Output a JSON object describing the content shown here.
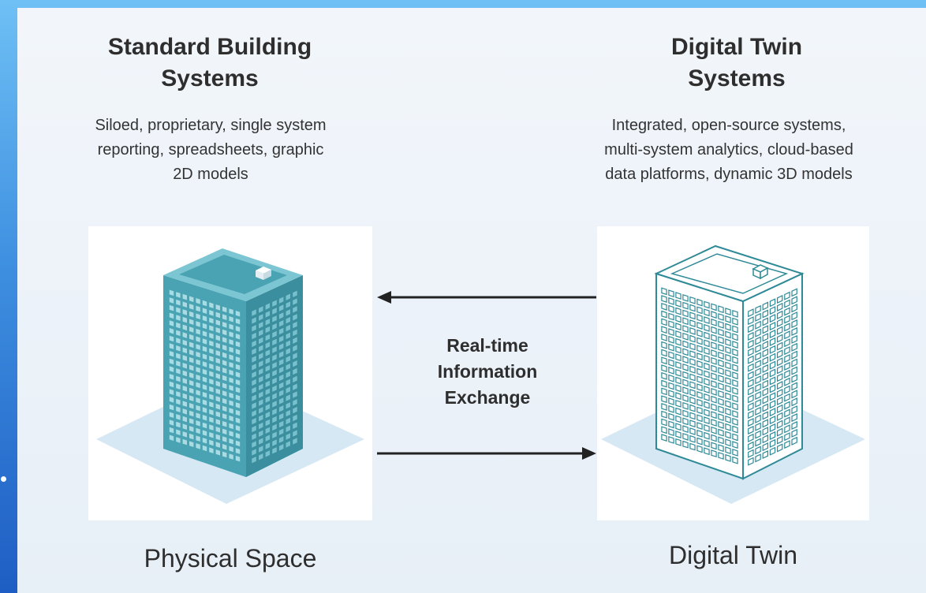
{
  "left": {
    "heading_line1": "Standard Building",
    "heading_line2": "Systems",
    "desc_line1": "Siloed, proprietary, single system",
    "desc_line2": "reporting, spreadsheets, graphic",
    "desc_line3": "2D models",
    "caption": "Physical Space"
  },
  "right": {
    "heading_line1": "Digital Twin",
    "heading_line2": "Systems",
    "desc_line1": "Integrated, open-source systems,",
    "desc_line2": "multi-system analytics, cloud-based",
    "desc_line3": "data platforms, dynamic 3D models",
    "caption": "Digital Twin"
  },
  "center": {
    "line1": "Real-time",
    "line2": "Information",
    "line3": "Exchange"
  },
  "colors": {
    "building_front": "#4aa3b3",
    "building_side": "#3a8e9e",
    "building_roof": "#7cc6d3",
    "outline": "#2f8a98",
    "ground": "#d6e8f3"
  },
  "icons": {
    "physical": "building-solid-icon",
    "digital": "building-wireframe-icon",
    "arrow_left": "arrow-left-icon",
    "arrow_right": "arrow-right-icon"
  }
}
